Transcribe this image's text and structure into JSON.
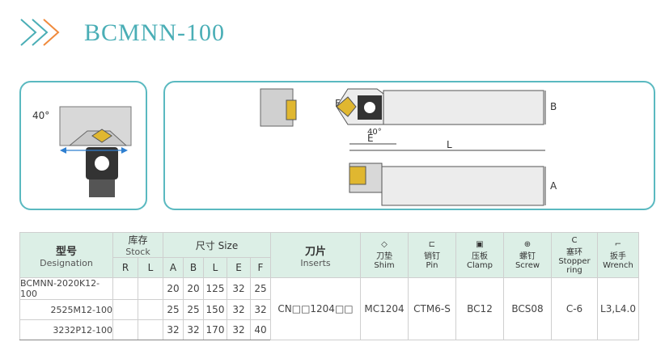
{
  "header": {
    "title": "BCMNN-100"
  },
  "figure": {
    "angle_label": "40°",
    "dim_F": "F",
    "dim_B": "B",
    "dim_E": "E",
    "dim_L": "L",
    "dim_A": "A",
    "angle_small": "40°",
    "accent_color": "#5ab9c0"
  },
  "table": {
    "col_designation_cn": "型号",
    "col_designation_en": "Designation",
    "col_stock_cn": "库存",
    "col_stock_en": "Stock",
    "stock_R": "R",
    "stock_L": "L",
    "col_size_label": "尺寸 Size",
    "size_A": "A",
    "size_B": "B",
    "size_L": "L",
    "size_E": "E",
    "size_F": "F",
    "inserts_cn": "刀片",
    "inserts_en": "Inserts",
    "shim_cn": "刀垫",
    "shim_en": "Shim",
    "pin_cn": "销钉",
    "pin_en": "Pin",
    "clamp_cn": "压板",
    "clamp_en": "Clamp",
    "screw_cn": "螺钉",
    "screw_en": "Screw",
    "stopper_cn": "塞环",
    "stopper_en": "Stopper ring",
    "wrench_cn": "扳手",
    "wrench_en": "Wrench",
    "rows": [
      {
        "designation": "BCMNN-2020K12-100",
        "A": "20",
        "B": "20",
        "L": "125",
        "E": "32",
        "F": "25"
      },
      {
        "designation": "2525M12-100",
        "A": "25",
        "B": "25",
        "L": "150",
        "E": "32",
        "F": "32"
      },
      {
        "designation": "3232P12-100",
        "A": "32",
        "B": "32",
        "L": "170",
        "E": "32",
        "F": "40"
      }
    ],
    "insert_value": "CN□□1204□□",
    "shim_value": "MC1204",
    "pin_value": "CTM6-S",
    "clamp_value": "BC12",
    "screw_value": "BCS08",
    "stopper_value": "C-6",
    "wrench_value": "L3,L4.0"
  }
}
